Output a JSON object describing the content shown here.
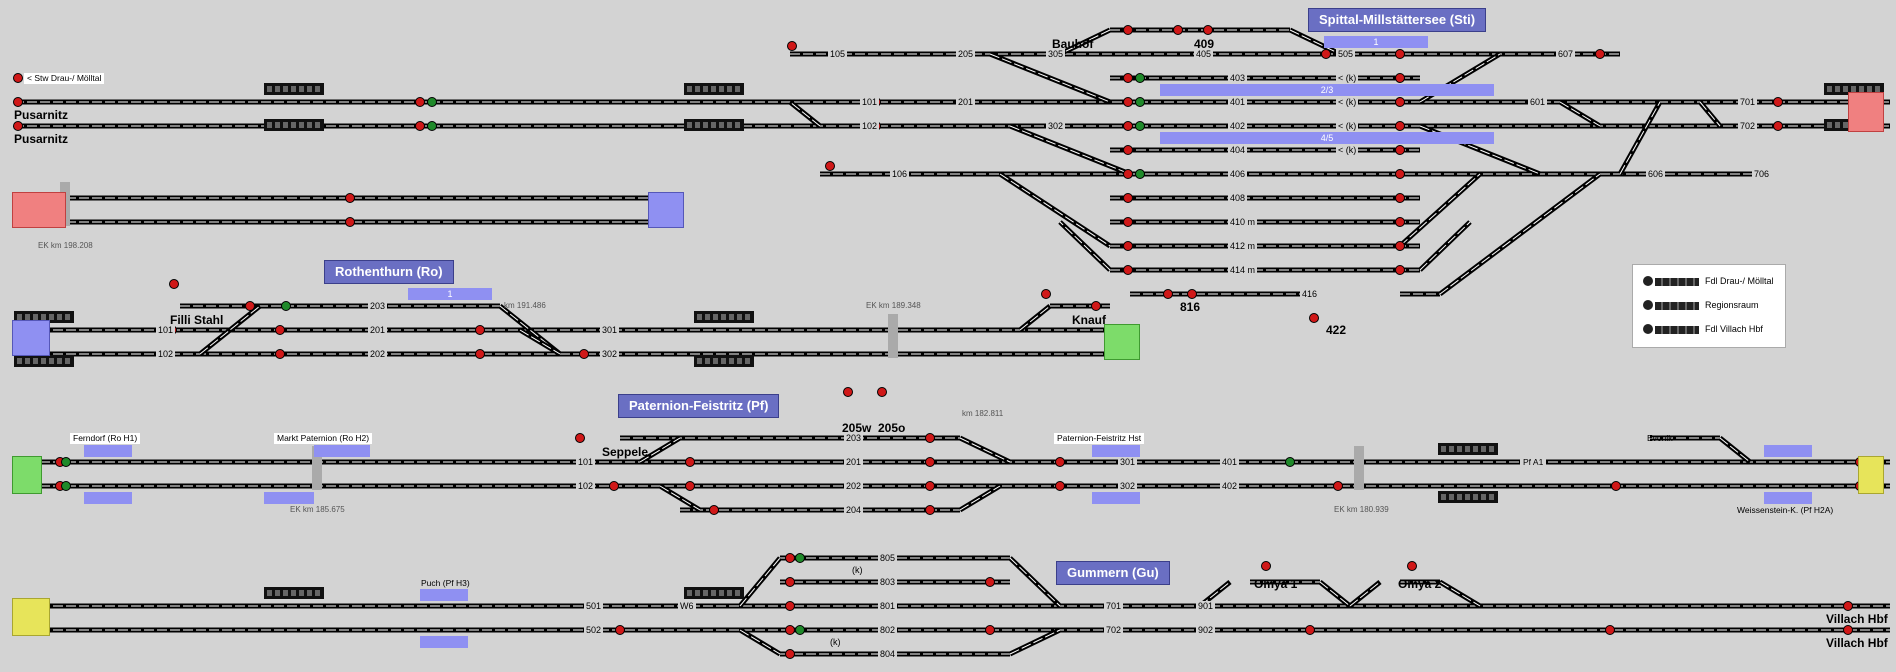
{
  "colors": {
    "background": "#d3d3d3",
    "track": "#000000",
    "track_inner": "#ffffff",
    "signal_red": "#d01818",
    "signal_green": "#1f8a2a",
    "station_title_bg": "#6a6fc3",
    "occupied": "#8f90f2",
    "edge_red": "#f08080",
    "edge_green": "#7ddc6a",
    "edge_yellow": "#e7e45a",
    "edge_blue": "#8f90f2"
  },
  "stations": {
    "spittal": "Spittal-Millstättersee (Sti)",
    "rothenthurn": "Rothenthurn (Ro)",
    "paternion": "Paternion-Feistritz (Pf)",
    "gummern": "Gummern (Gu)"
  },
  "direction_labels": {
    "stw": "< Stw Drau-/ Mölltal"
  },
  "places": {
    "pusarnitz_1": "Pusarnitz",
    "pusarnitz_2": "Pusarnitz",
    "bauhof": "Bauhof",
    "n409": "409",
    "n816": "816",
    "n422": "422",
    "filli_stahl": "Filli Stahl",
    "knauf": "Knauf",
    "seppele": "Seppele",
    "n205w": "205w",
    "n205o": "205o",
    "omya1": "Omya 1",
    "omya2": "Omya 2",
    "villach1": "Villach Hbf",
    "villach2": "Villach Hbf"
  },
  "section_labels": {
    "ferndorf": "Ferndorf (Ro H1)",
    "markt_paternion": "Markt Paternion (Ro H2)",
    "paternion_hst": "Paternion-Feistritz Hst",
    "evonik": "Evonik",
    "weissenstein": "Weissenstein-K. (Pf H2A)",
    "puch": "Puch (Pf H3)",
    "pf_a1": "Pf A1"
  },
  "ek_labels": {
    "ek1": "EK km 198.208",
    "ek2": "EK km 189.348",
    "ek3": "EK km 185.675",
    "ek4": "EK km 180.939",
    "km1": "km 191.486",
    "km2": "km 182.811"
  },
  "track_numbers": {
    "t105": "105",
    "t205": "205",
    "t305": "305",
    "t405": "405",
    "t505": "505",
    "t607": "607",
    "t101": "101",
    "t201": "201",
    "t403": "403",
    "t401": "401",
    "t402": "402",
    "t404": "404",
    "t601": "601",
    "t701": "701",
    "t702": "702",
    "t102": "102",
    "t302": "302",
    "t106": "106",
    "t406": "406",
    "t606": "606",
    "t706": "706",
    "t408": "408",
    "t410": "410 m",
    "t412": "412 m",
    "t414": "414 m",
    "t416": "416",
    "r203": "203",
    "r201": "201",
    "r202": "202",
    "r301": "301",
    "r302": "302",
    "r101": "101",
    "r102": "102",
    "p101": "101",
    "p102": "102",
    "p201": "201",
    "p202": "202",
    "p203": "203",
    "p204": "204",
    "p301": "301",
    "p302": "302",
    "p401": "401",
    "p402": "402",
    "g501": "501",
    "g502": "502",
    "g801": "801",
    "g802": "802",
    "g803": "803",
    "g804": "804",
    "g805": "805",
    "g701": "701",
    "g702": "702",
    "g901": "901",
    "g902": "902",
    "gw6": "W6"
  },
  "marks": {
    "k1": "< (k)",
    "k2": "< (k)",
    "k3": "< (k)",
    "k4": "< (k)",
    "k5": "(k)",
    "k6": "(k)"
  },
  "occupancy": {
    "o1": "1",
    "o2": "2/3",
    "o3": "4/5",
    "o4": "1"
  },
  "legend": {
    "items": [
      {
        "label": "Fdl Drau-/ Mölltal"
      },
      {
        "label": "Regionsraum"
      },
      {
        "label": "Fdl Villach Hbf"
      }
    ]
  }
}
